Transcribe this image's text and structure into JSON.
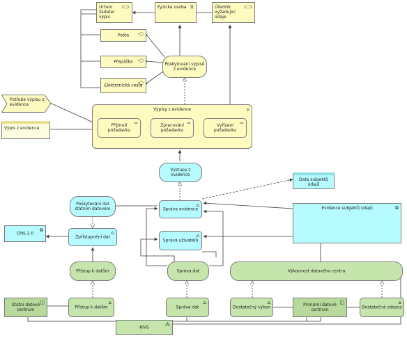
{
  "diagram": {
    "nodes": {
      "oznaceni_zadatel": "Určení žadatel výpis",
      "fyzicka_osoba": "Fyzická osoba",
      "uredni_vyzadujici": "Úředník vyžadující údaje",
      "posta": "Pošta",
      "prepazka": "Přepážka",
      "elektronicka_cesta": "Elektronická cesta",
      "poskytovani_vypisu": "Poskytování výpisů z evidence",
      "potreba_vypisu": "Potřeba výpisu z evidence",
      "vypis_z_evidence": "Výpis z evidence",
      "vypisy_z_evidence": "Výpisy z evidence",
      "prijmuti_pozadavku": "Přijmutí požadavku",
      "zpracovani_pozadavku": "Zpracování požadavku",
      "vyrizeni_pozadavku": "Vyřízení požadavku",
      "vystupy_z_evidence": "Výstupy z evidence",
      "data_subjektu": "Data subjektů údajů",
      "poskytovani_dat": "Poskytování dat státním datovém",
      "sprava_evidence": "Správa evidence",
      "evidence_subjektu": "Evidence subjektů údajů",
      "cms": "CMS 2.0",
      "zpristupneni_dat": "Zpřístupnění dat",
      "sprava_uzivatelu": "Správa uživatelů",
      "pristup_k_datum_fn": "Přístup k datům",
      "sprava_dat_fn": "Správa dat",
      "vykonnost_centra": "Výkonnost datového centra",
      "statni_datove_centrum": "Státní datové centrum",
      "pristup_k_datum": "Přístup k datům",
      "sprava_dat": "Správa dat",
      "dostatecny_vykon": "Dostatečný výkon",
      "primarni_datove_centrum": "Primární datové centrum",
      "dostatecna_odezva": "Dostatečná odezva",
      "kivs": "KIVS"
    },
    "icons": {
      "actor": "actor-icon",
      "role": "role-icon",
      "interface": "interface-icon",
      "service": "service-icon",
      "process": "process-icon",
      "function": "function-icon",
      "component": "component-icon",
      "node": "node-icon",
      "network": "network-icon",
      "data_object": "data-object-icon",
      "event": "event-icon"
    },
    "colors": {
      "business": "#fdfbc0",
      "application": "#b6fbff",
      "technology": "#c6e5ad",
      "line": "#3a3a3a"
    }
  }
}
